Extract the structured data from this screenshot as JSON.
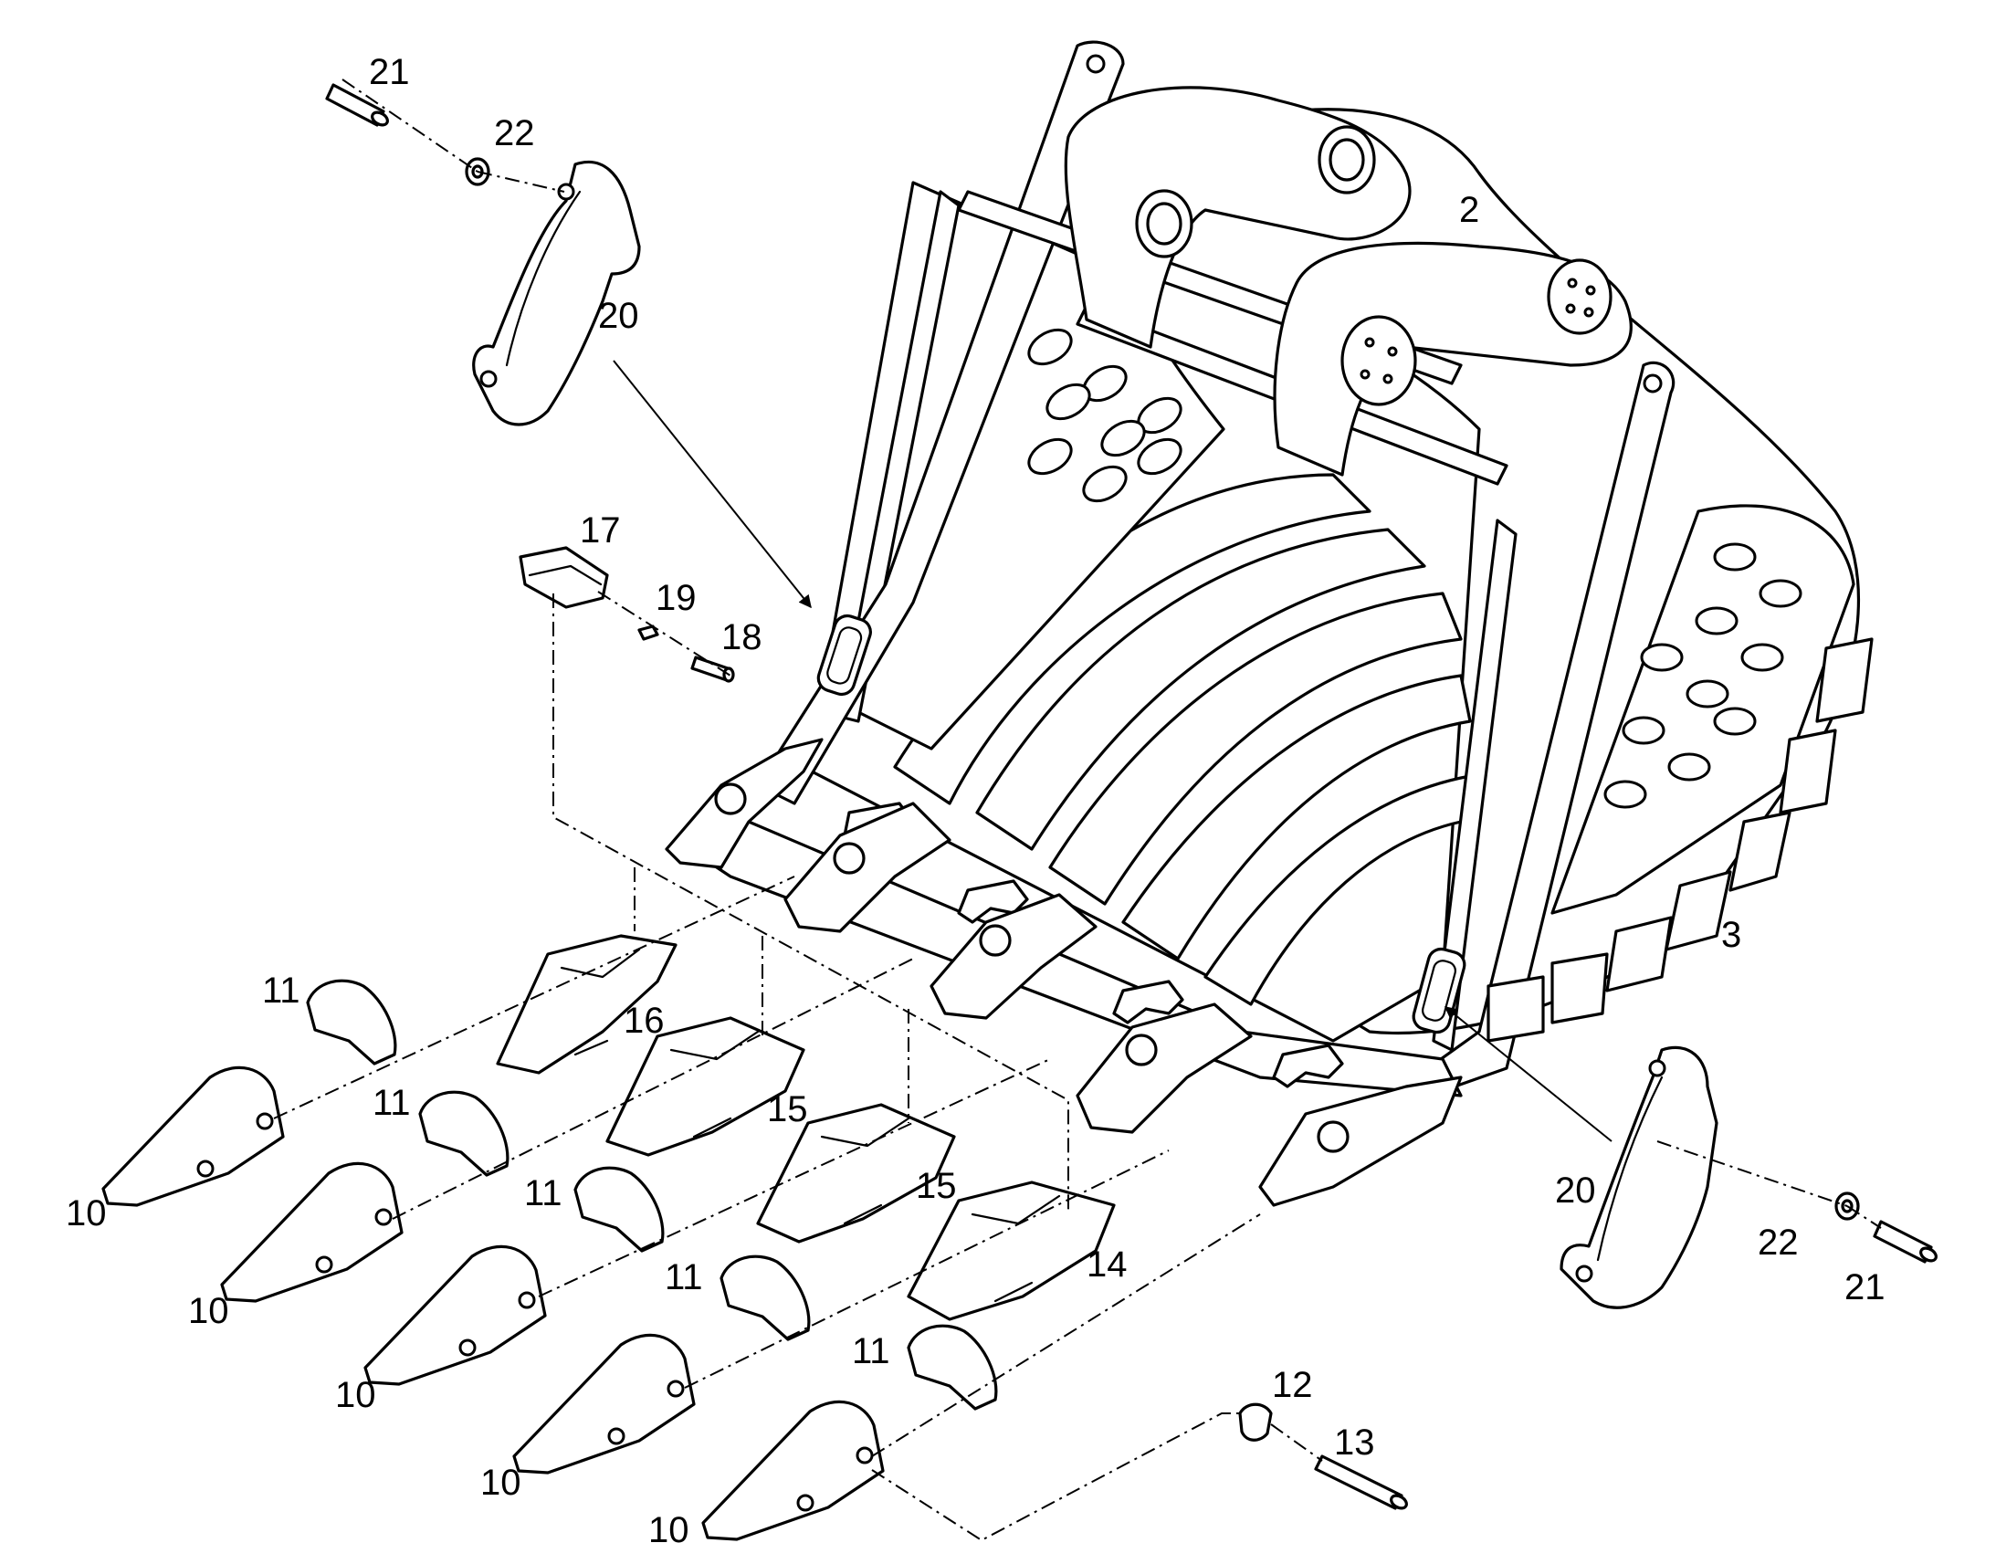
{
  "diagram": {
    "callouts": {
      "c2": "2",
      "c3": "3",
      "c10a": "10",
      "c10b": "10",
      "c10c": "10",
      "c10d": "10",
      "c10e": "10",
      "c11a": "11",
      "c11b": "11",
      "c11c": "11",
      "c11d": "11",
      "c11e": "11",
      "c12": "12",
      "c13": "13",
      "c14": "14",
      "c15a": "15",
      "c15b": "15",
      "c16": "16",
      "c17": "17",
      "c18": "18",
      "c19": "19",
      "c20a": "20",
      "c20b": "20",
      "c21a": "21",
      "c21b": "21",
      "c22a": "22",
      "c22b": "22"
    }
  }
}
